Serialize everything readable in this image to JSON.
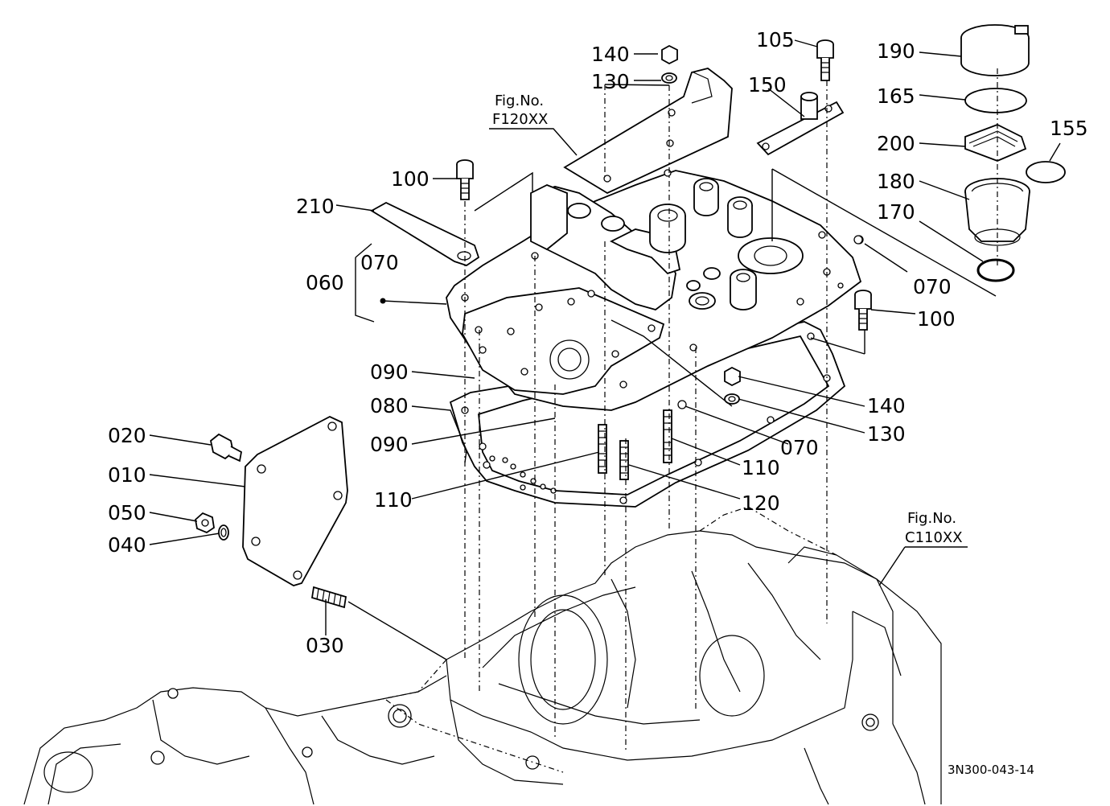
{
  "labels": {
    "p140a": "140",
    "p130a": "130",
    "p105": "105",
    "p150": "150",
    "p190": "190",
    "p165": "165",
    "p155": "155",
    "p200": "200",
    "p180": "180",
    "p170": "170",
    "p100a": "100",
    "p210": "210",
    "p070a": "070",
    "p060": "060",
    "p070b": "070",
    "p100b": "100",
    "p090a": "090",
    "p080": "080",
    "p090b": "090",
    "p140b": "140",
    "p130b": "130",
    "p070c": "070",
    "p110a": "110",
    "p110b": "110",
    "p120": "120",
    "p020": "020",
    "p010": "010",
    "p050": "050",
    "p040": "040",
    "p030": "030"
  },
  "refs": {
    "fig_top_line1": "Fig.No.",
    "fig_top_line2": "F120XX",
    "fig_right_line1": "Fig.No.",
    "fig_right_line2": "C110XX"
  },
  "drawing_code": "3N300-043-14"
}
